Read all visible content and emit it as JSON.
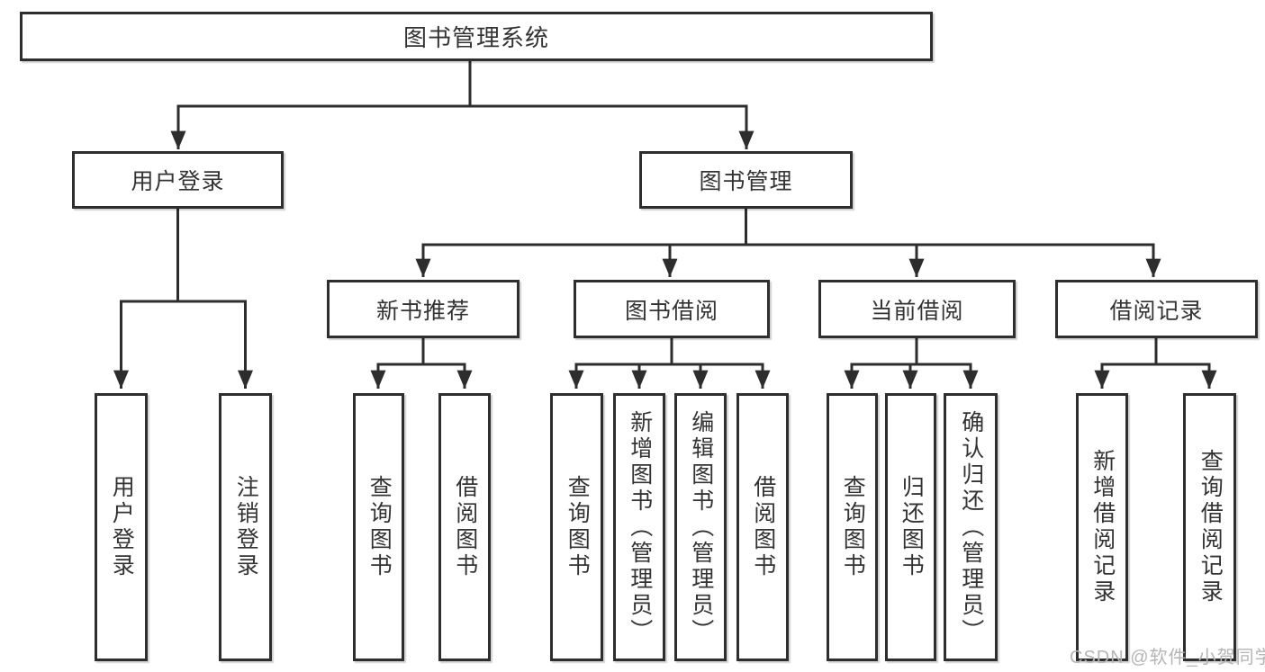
{
  "diagram": {
    "root": "图书管理系统",
    "level1": {
      "user_login": "用户登录",
      "book_management": "图书管理"
    },
    "user_login_children": {
      "login": "用户登录",
      "logout": "注销登录"
    },
    "book_management_children": {
      "new_book_recommend": "新书推荐",
      "book_borrow": "图书借阅",
      "current_borrow": "当前借阅",
      "borrow_records": "借阅记录"
    },
    "new_book_recommend_children": {
      "query_books": "查询图书",
      "borrow_books": "借阅图书"
    },
    "book_borrow_children": {
      "query_books": "查询图书",
      "add_books_admin": "新增图书（管理员）",
      "edit_books_admin": "编辑图书（管理员）",
      "borrow_books": "借阅图书"
    },
    "current_borrow_children": {
      "query_books": "查询图书",
      "return_books": "归还图书",
      "confirm_return_admin": "确认归还（管理员）"
    },
    "borrow_records_children": {
      "add_borrow_record": "新增借阅记录",
      "query_borrow_record": "查询借阅记录"
    }
  },
  "watermark": "CSDN @软件_小贺同学",
  "colors": {
    "line": "#2d2d2d",
    "box_border": "#2e2e2e",
    "text": "#333333",
    "watermark": "#b5b5b5",
    "background": "#ffffff"
  }
}
